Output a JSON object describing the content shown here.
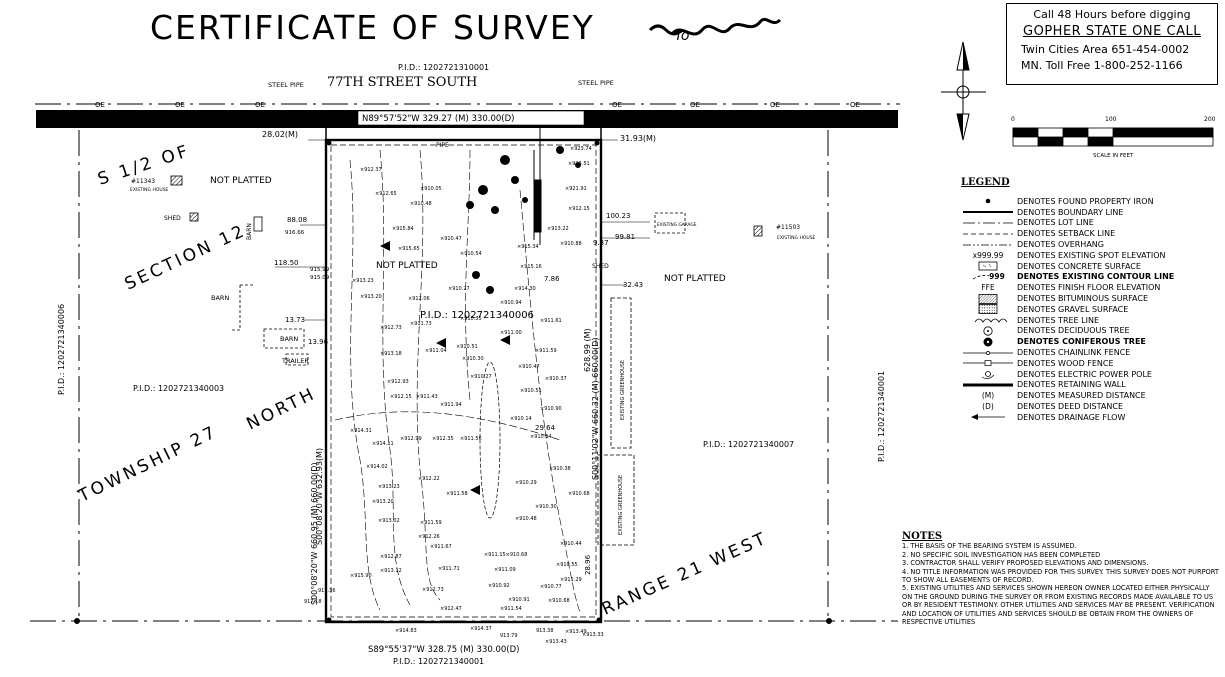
{
  "title": "CERTIFICATE OF SURVEY",
  "call_box": {
    "line1": "Call 48 Hours before digging",
    "line2": "GOPHER STATE ONE CALL",
    "line3": "Twin Cities Area 651-454-0002",
    "line4": "MN. Toll Free 1-800-252-1166"
  },
  "scale": {
    "label": "SCALE IN FEET",
    "t0": "0",
    "t1": "100",
    "t2": "200"
  },
  "legend": {
    "title": "LEGEND",
    "items": [
      {
        "sym": "iron",
        "label": "DENOTES FOUND PROPERTY IRON"
      },
      {
        "sym": "boundary",
        "label": "DENOTES BOUNDARY LINE"
      },
      {
        "sym": "lot",
        "label": "DENOTES LOT LINE"
      },
      {
        "sym": "setback",
        "label": "DENOTES SETBACK LINE"
      },
      {
        "sym": "overhang",
        "label": "DENOTES OVERHANG"
      },
      {
        "sym": "spot",
        "symtext": "x999.99",
        "label": "DENOTES EXISTING SPOT ELEVATION"
      },
      {
        "sym": "concrete",
        "label": "DENOTES CONCRETE SURFACE"
      },
      {
        "sym": "contour",
        "symtext": "999",
        "label": "DENOTES EXISTING CONTOUR LINE",
        "bold": true
      },
      {
        "sym": "ffe",
        "symtext": "FFE",
        "label": "DENOTES FINISH FLOOR ELEVATION"
      },
      {
        "sym": "bitum",
        "label": "DENOTES BITUMINOUS SURFACE"
      },
      {
        "sym": "gravel",
        "label": "DENOTES GRAVEL SURFACE"
      },
      {
        "sym": "treeline",
        "label": "DENOTES TREE LINE"
      },
      {
        "sym": "decid",
        "label": "DENOTES DECIDUOUS TREE"
      },
      {
        "sym": "conif",
        "label": "DENOTES CONIFEROUS TREE",
        "bold": true
      },
      {
        "sym": "chain",
        "label": "DENOTES CHAINLINK FENCE"
      },
      {
        "sym": "wood",
        "label": "DENOTES WOOD FENCE"
      },
      {
        "sym": "pole",
        "label": "DENOTES ELECTRIC POWER POLE"
      },
      {
        "sym": "wall",
        "label": "DENOTES RETAINING WALL"
      },
      {
        "sym": "m",
        "symtext": "(M)",
        "label": "DENOTES MEASURED DISTANCE"
      },
      {
        "sym": "d",
        "symtext": "(D)",
        "label": "DENOTES DEED DISTANCE"
      },
      {
        "sym": "drain",
        "label": "DENOTES DRAINAGE FLOW"
      }
    ]
  },
  "notes": {
    "title": "NOTES",
    "items": [
      "1. THE BASIS OF THE BEARING SYSTEM IS ASSUMED.",
      "2. NO SPECIFIC SOIL INVESTIGATION HAS BEEN COMPLETED",
      "3. CONTRACTOR SHALL VERIFY PROPOSED ELEVATIONS AND DIMENSIONS.",
      "4. NO TITLE INFORMATION WAS PROVIDED FOR THIS SURVEY. THIS SURVEY DOES NOT PURPORT TO SHOW ALL EASEMENTS OF RECORD.",
      "5. EXISTING UTILITIES AND SERVICES SHOWN HEREON OWNER LOCATED EITHER PHYSICALLY ON THE GROUND DURING THE SURVEY OR FROM EXISTING RECORDS MADE AVAILABLE TO US OR BY RESIDENT TESTIMONY. OTHER UTILITIES AND SERVICES MAY BE PRESENT. VERIFICATION AND LOCATION OF UTILITIES AND SERVICES SHOULD BE OBTAIN FROM THE OWNERS OF RESPECTIVE UTILITIES"
    ]
  },
  "plan": {
    "street": "77TH STREET SOUTH",
    "pid_top": "P.I.D.: 1202721310001",
    "pid_main": "P.I.D.: 1202721340006",
    "pid_left": "P.I.D.: 1202721340003",
    "pid_right": "P.I.D.: 1202721340007",
    "pid_bottom": "P.I.D.: 1202721340001",
    "pid_left_vert": "P.I.D.: 1202721340006",
    "pid_right_vert": "P.I.D.: 1202721340001",
    "steel_pipe": "STEEL PIPE",
    "oe": "OE",
    "north_bearing": "N89°57'52\"W  329.27 (M)  330.00(D)",
    "south_bearing": "S89°55'37\"W  328.75 (M)  330.00(D)",
    "west_bearing": "S00°08'20\"W  660.95 (M)  660.00(D)",
    "west_bearing2": "S00°08'20\"W  632.93(M)",
    "east_bearing": "S00°11'02\"W  660.32 (M)  660.00(D)",
    "east_bearing2": "628.99 (M)",
    "d_2802": "28.02(M)",
    "d_3193": "31.93(M)",
    "s_half": "S 1/2 OF",
    "section": "SECTION 12",
    "township": "TOWNSHIP 27",
    "north": "NORTH",
    "range": "RANGE 21 WEST",
    "not_platted": "NOT PLATTED",
    "lot_11343": "#11343",
    "existing_house": "EXISTING HOUSE",
    "shed": "SHED",
    "barn": "BARN",
    "trailer": "TRAILER",
    "lot_11503": "#11503",
    "existing_garage": "EXISTING GARAGE",
    "existing_greenhouse": "EXISTING GREENHOUSE",
    "pipe": "PIPE",
    "d_8808": "88.08",
    "d_11850": "118.50",
    "d_1373": "13.73",
    "d_1396": "13.96",
    "d_10023": "100.23",
    "d_9981": "99.81",
    "d_937": "9.37",
    "d_3243": "32.43",
    "d_786": "7.86",
    "d_2896": "28.96",
    "d_2964": "29.64",
    "e_916": "916.66",
    "e_915a": "915.99",
    "e_915b": "915.09"
  }
}
